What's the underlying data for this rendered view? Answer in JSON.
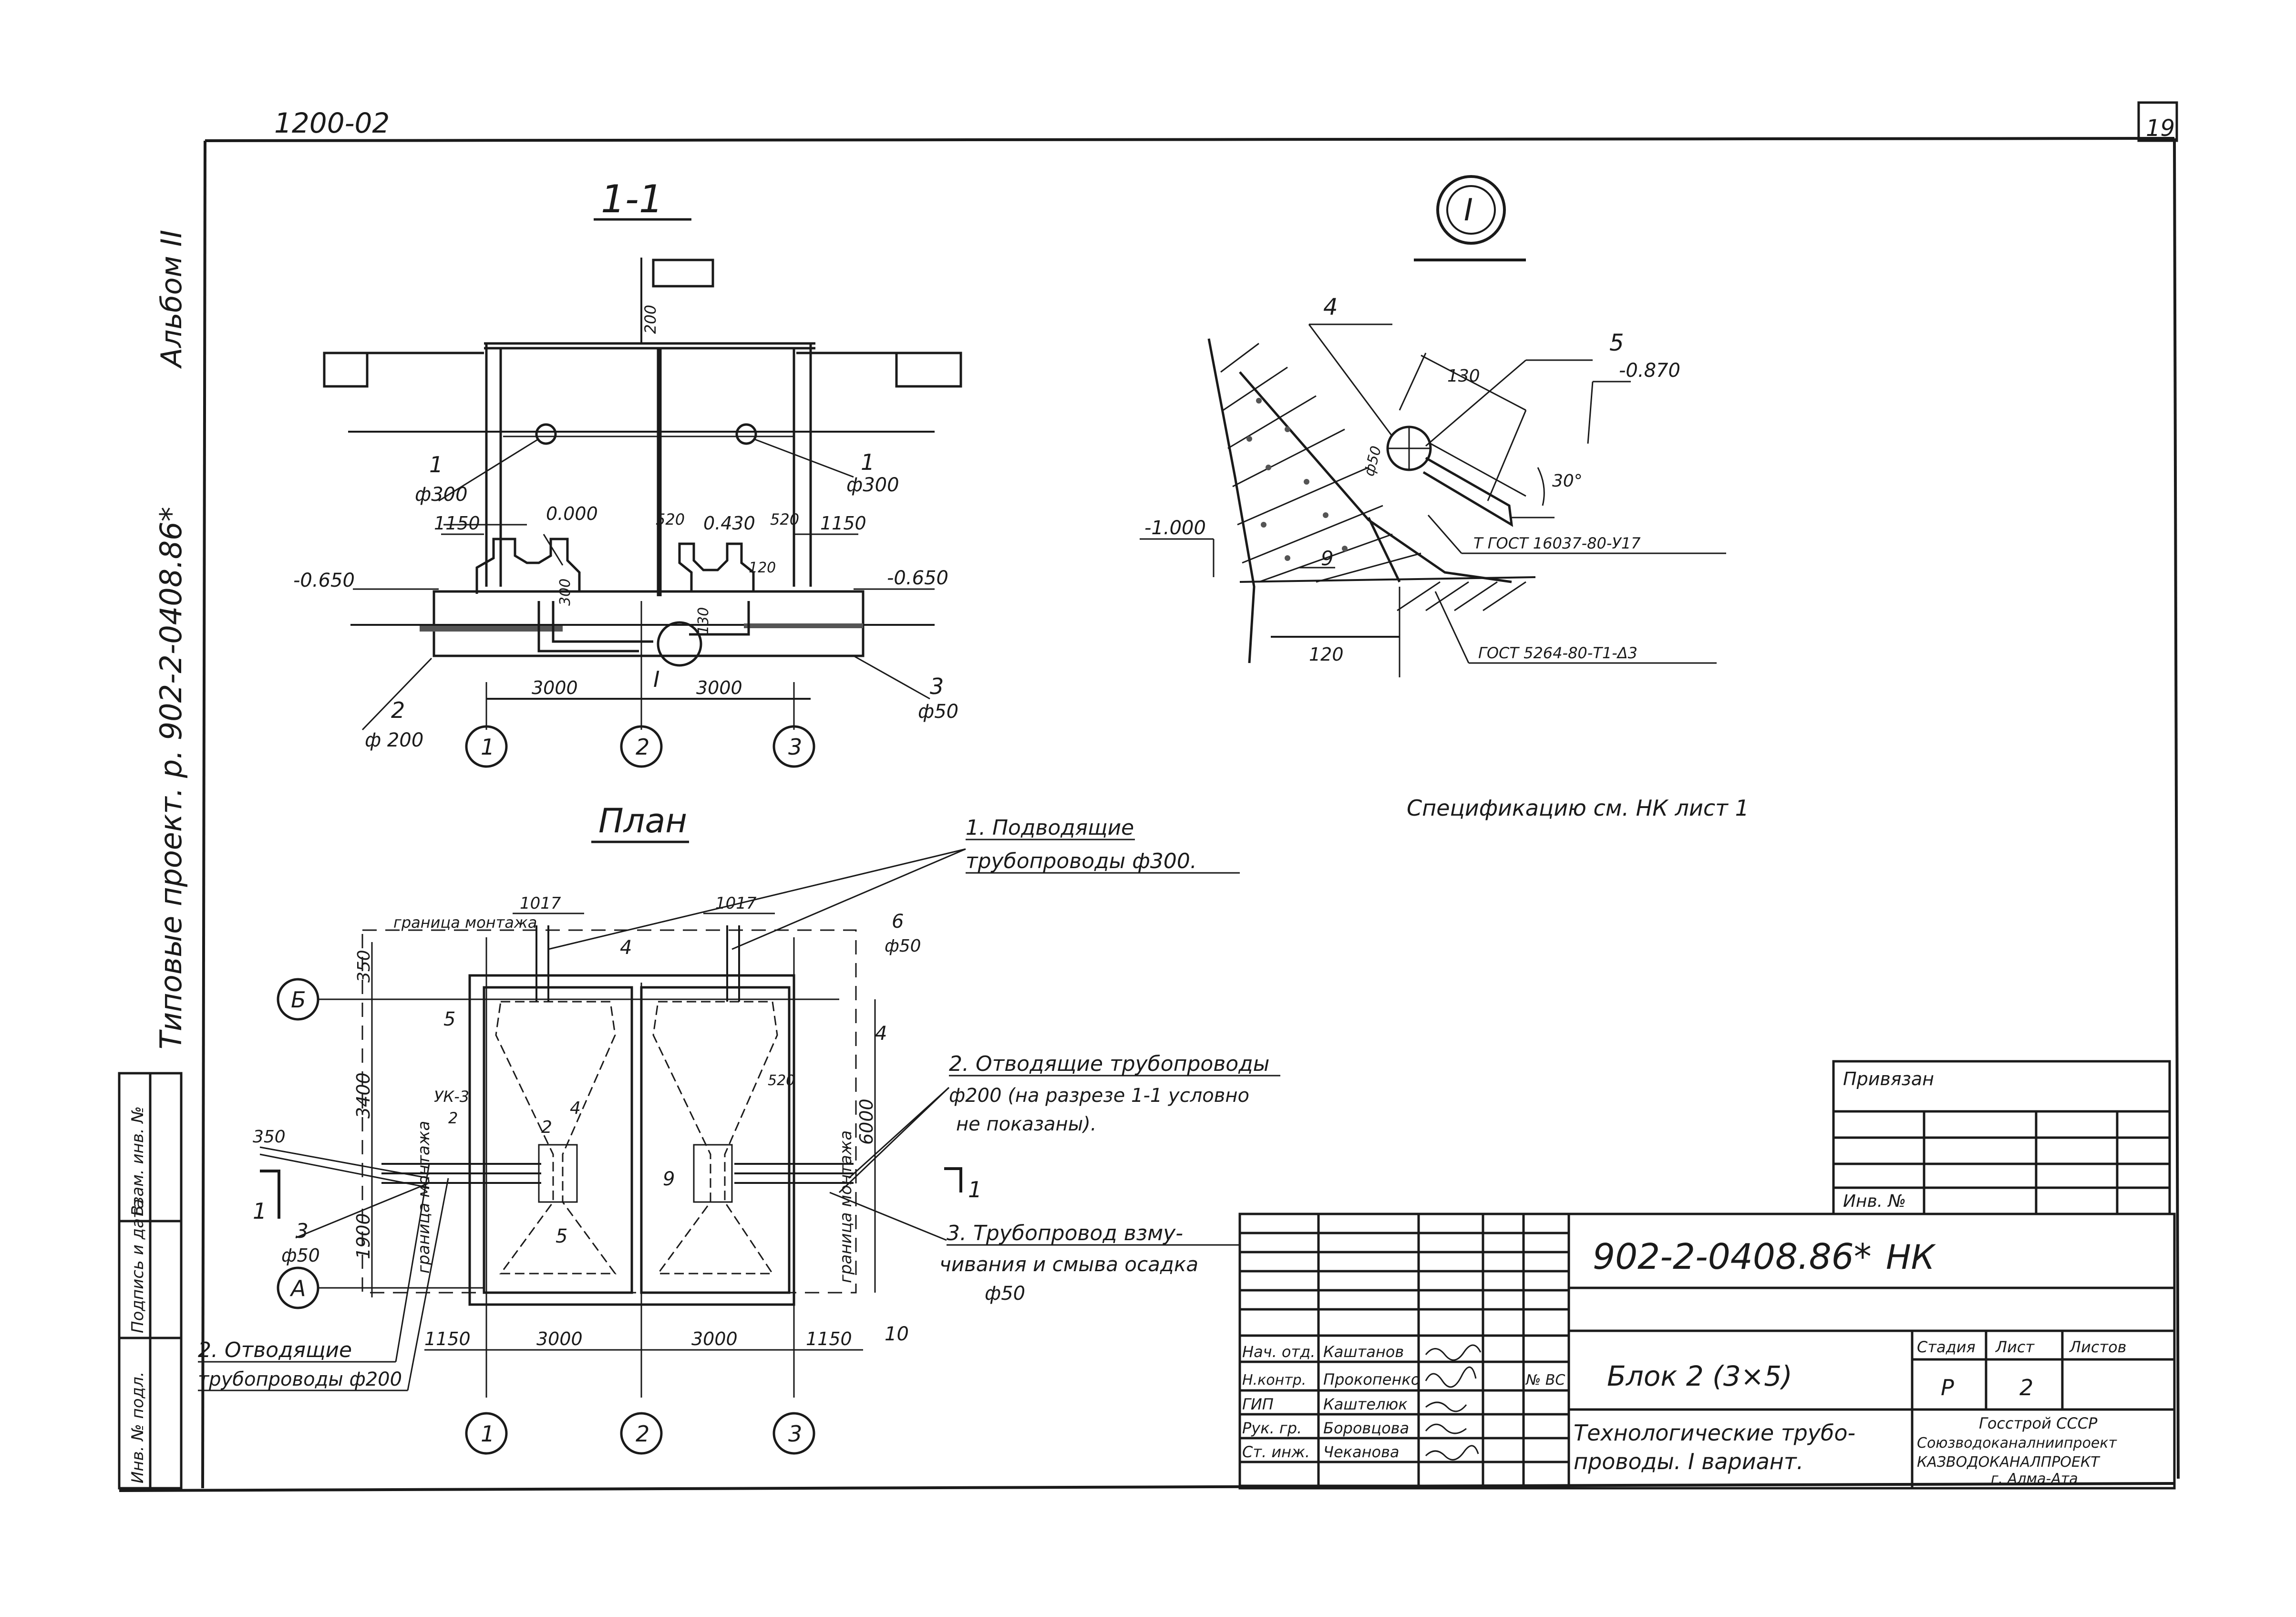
{
  "doc_code_top": "1200-02",
  "sheet_number": "19",
  "side": {
    "series": "Типовые проект. р. 902-2-0408.86*",
    "album": "Альбом II",
    "stamp_cols": [
      "Инв. № подл.",
      "Подпись и дата",
      "Взам. инв. №"
    ]
  },
  "section": {
    "title": "1-1",
    "pipe_left": "1",
    "pipe_left_d": "ф300",
    "pipe_right": "1",
    "pipe_right_d": "ф300",
    "dim_200": "200",
    "dim_1150_l": "1150",
    "elev_0000": "0.000",
    "dim_520_l": "520",
    "elev_0430": "0.430",
    "dim_520_r": "520",
    "dim_1150_r": "1150",
    "elev_m0650_l": "-0.650",
    "elev_m0650_r": "-0.650",
    "dim_300": "300",
    "dim_120": "120",
    "dim_130": "130",
    "ref_I": "I",
    "dim_3000_a": "3000",
    "dim_3000_b": "3000",
    "pos2": "2",
    "pos2_d": "ф 200",
    "pos3": "3",
    "pos3_d": "ф50",
    "axes": [
      "1",
      "2",
      "3"
    ]
  },
  "detail": {
    "id": "I",
    "p4": "4",
    "p5": "5",
    "dim_130": "130",
    "elev_m0870": "-0.870",
    "angle": "30°",
    "d50": "ф50",
    "elev_m1000": "-1.000",
    "p9": "9",
    "dim_120": "120",
    "gost1": "Т ГОСТ 16037-80-У17",
    "gost2": "ГОСТ 5264-80-Т1-Δ3"
  },
  "spec_note": "Спецификацию см. НК лист 1",
  "plan": {
    "title": "План",
    "c1_a": "1. Подводящие",
    "c1_b": "трубопроводы ф300.",
    "c2_a": "2. Отводящие трубопроводы",
    "c2_b": "ф200 (на разрезе 1-1 условно",
    "c2_c": "не показаны).",
    "c3_a": "3. Трубопровод взму-",
    "c3_b": "чивания и смыва осадка",
    "c3_c": "ф50",
    "c4_a": "2. Отводящие",
    "c4_b": "трубопроводы ф200",
    "zone_top": "граница монтажа",
    "zone_left": "граница монтажа",
    "zone_right_a": "граница монтажа",
    "dim_1017_l": "1017",
    "dim_1017_r": "1017",
    "dim_350_v": "350",
    "dim_3400": "3400",
    "dim_1900": "1900",
    "dim_6000": "6000",
    "dim_350_h": "350",
    "dim_1150_l": "1150",
    "dim_3000_a": "3000",
    "dim_3000_b": "3000",
    "dim_1150_r": "1150",
    "row_B": "Б",
    "row_A": "А",
    "p4a": "4",
    "p4b": "4",
    "p4c": "4",
    "p5a": "5",
    "p5b": "5",
    "p6": "6",
    "p6_d": "ф50",
    "p9": "9",
    "p10": "10",
    "p3": "3",
    "p3_d": "ф50",
    "uk_a": "УК-3",
    "uk_b": "2",
    "p2": "2",
    "dim_520": "520",
    "cut_l": "1",
    "cut_r": "1",
    "axes": [
      "1",
      "2",
      "3"
    ]
  },
  "tie_table": {
    "title": "Привязан",
    "inv": "Инв. №"
  },
  "title_block": {
    "code": "902-2-0408.86*",
    "mark": "НК",
    "roles": [
      "Нач. отд.",
      "Н.контр.",
      "ГИП",
      "Рук. гр.",
      "Ст. инж."
    ],
    "names": [
      "Каштанов",
      "Прокопенко",
      "Каштелюк",
      "Боровцова",
      "Чеканова"
    ],
    "block": "Блок 2 (3×5)",
    "desc_a": "Технологические трубо-",
    "desc_b": "проводы. I вариант.",
    "h_stage": "Стадия",
    "h_sheet": "Лист",
    "h_sheets": "Листов",
    "stage": "Р",
    "sheet": "2",
    "org_a": "Госстрой СССР",
    "org_b": "Союзводоканалниипроект",
    "org_c": "КАЗВОДОКАНАЛПРОЕКТ",
    "org_d": "г. Алма-Ата",
    "nvs": "№ ВС"
  }
}
